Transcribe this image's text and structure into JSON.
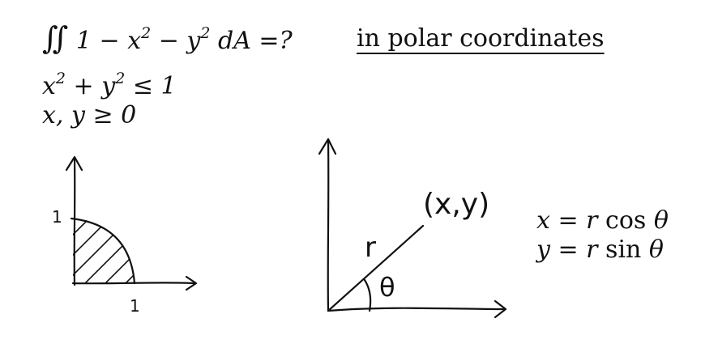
{
  "problem": {
    "integral_sign": "∬",
    "integrand_lead": "1 − x",
    "integrand_exp1": "2",
    "integrand_mid": " − y",
    "integrand_exp2": "2",
    "integrand_tail": " dA =?",
    "heading": "in polar coordinates",
    "constraint1_a": "x",
    "constraint1_exp_a": "2",
    "constraint1_b": " + y",
    "constraint1_exp_b": "2",
    "constraint1_c": " ≤ 1",
    "constraint2": "x, y ≥ 0"
  },
  "region_sketch": {
    "y_tick_label": "1",
    "x_tick_label": "1"
  },
  "polar_sketch": {
    "point_label": "(x,y)",
    "radius_label": "r",
    "angle_label": "θ"
  },
  "equations": {
    "x_lhs": "x = r ",
    "x_fn": "cos",
    "x_arg": " θ",
    "y_lhs": "y = r ",
    "y_fn": "sin",
    "y_arg": " θ"
  },
  "colors": {
    "ink": "#111111",
    "background": "#ffffff"
  }
}
